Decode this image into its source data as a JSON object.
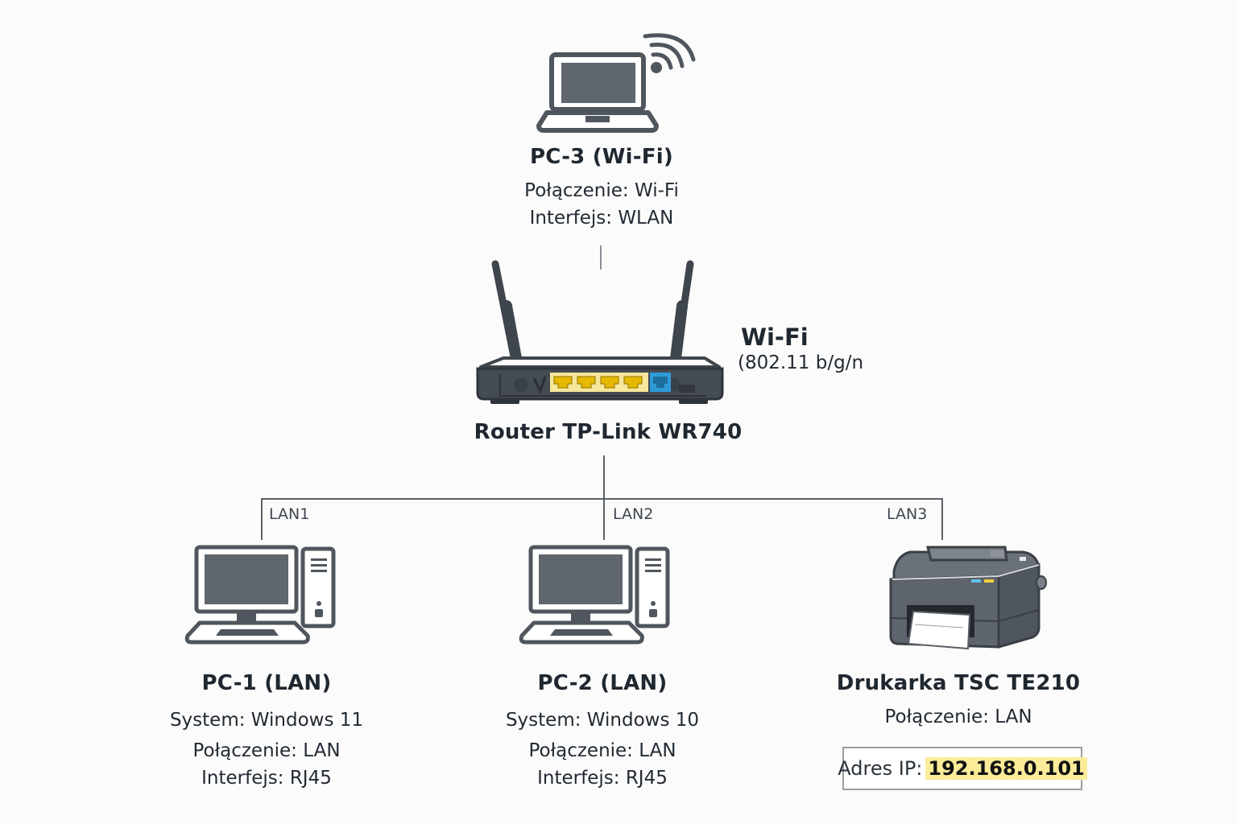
{
  "diagram": {
    "router": {
      "title": "Router TP-Link WR740",
      "wifi_title": "Wi-Fi",
      "wifi_standard": "(802.11 b/g/n",
      "lan_port_color": "#e6b800",
      "wan_port_color": "#2d9bd8"
    },
    "links": {
      "lan1": "LAN1",
      "lan2": "LAN2",
      "lan3": "LAN3"
    },
    "pc3": {
      "title": "PC-3 (Wi-Fi)",
      "lines": [
        "Połączenie: Wi-Fi",
        "Interfejs: WLAN"
      ]
    },
    "pc1": {
      "title": "PC-1 (LAN)",
      "lines": [
        "System: Windows 11",
        "Połączenie: LAN",
        "Interfejs: RJ45"
      ]
    },
    "pc2": {
      "title": "PC-2 (LAN)",
      "lines": [
        "System: Windows 10",
        "Połączenie: LAN",
        "Interfejs: RJ45"
      ]
    },
    "printer": {
      "title": "Drukarka TSC TE210",
      "lines": [
        "Połączenie: LAN"
      ],
      "ip_label": "Adres IP:",
      "ip_value": "192.168.0.101",
      "highlight_color": "#fbec9a"
    }
  }
}
